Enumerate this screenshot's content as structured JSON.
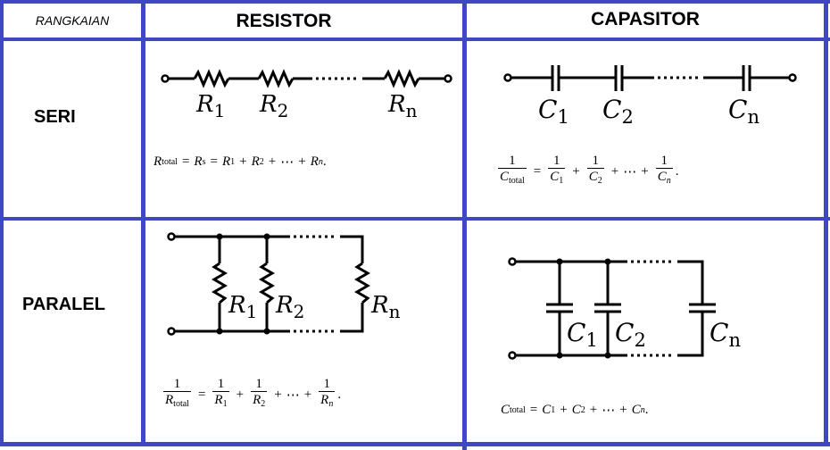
{
  "header": {
    "corner_label": "RANGKAIAN",
    "col_resistor": "RESISTOR",
    "col_capacitor": "CAPASITOR"
  },
  "rows": {
    "series_label": "SERI",
    "parallel_label": "PARALEL"
  },
  "colors": {
    "grid": "#3f48c2",
    "ink": "#000000",
    "background": "#ffffff"
  },
  "series_resistor": {
    "labels": {
      "r1": "R",
      "r1_sub": "1",
      "r2": "R",
      "r2_sub": "2",
      "rn": "R",
      "rn_sub": "n"
    },
    "formula": {
      "lhs": "R",
      "lhs_sub": "total",
      "eq1": "=",
      "mid": "R",
      "mid_sub": "s",
      "eq2": "=",
      "t1": "R",
      "t1_sub": "1",
      "plus1": "+",
      "t2": "R",
      "t2_sub": "2",
      "plus2": "+",
      "dots": "⋯",
      "plus3": "+",
      "tn": "R",
      "tn_sub": "n",
      "end": "."
    }
  },
  "series_capacitor": {
    "labels": {
      "c1": "C",
      "c1_sub": "1",
      "c2": "C",
      "c2_sub": "2",
      "cn": "C",
      "cn_sub": "n"
    },
    "formula": {
      "num": "1",
      "lhs": "C",
      "lhs_sub": "total",
      "eq": "=",
      "t1": "C",
      "t1_sub": "1",
      "plus1": "+",
      "t2": "C",
      "t2_sub": "2",
      "plus2": "+",
      "dots": "⋯",
      "plus3": "+",
      "tn": "C",
      "tn_sub": "n",
      "end": "."
    }
  },
  "parallel_resistor": {
    "labels": {
      "r1": "R",
      "r1_sub": "1",
      "r2": "R",
      "r2_sub": "2",
      "rn": "R",
      "rn_sub": "n"
    },
    "formula": {
      "num": "1",
      "lhs": "R",
      "lhs_sub": "total",
      "eq": "=",
      "t1": "R",
      "t1_sub": "1",
      "plus1": "+",
      "t2": "R",
      "t2_sub": "2",
      "plus2": "+",
      "dots": "⋯",
      "plus3": "+",
      "tn": "R",
      "tn_sub": "n",
      "end": "."
    }
  },
  "parallel_capacitor": {
    "labels": {
      "c1": "C",
      "c1_sub": "1",
      "c2": "C",
      "c2_sub": "2",
      "cn": "C",
      "cn_sub": "n"
    },
    "formula": {
      "lhs": "C",
      "lhs_sub": "total",
      "eq": "=",
      "t1": "C",
      "t1_sub": "1",
      "plus1": "+",
      "t2": "C",
      "t2_sub": "2",
      "plus2": "+",
      "dots": "⋯",
      "plus3": "+",
      "tn": "C",
      "tn_sub": "n",
      "end": "."
    }
  }
}
